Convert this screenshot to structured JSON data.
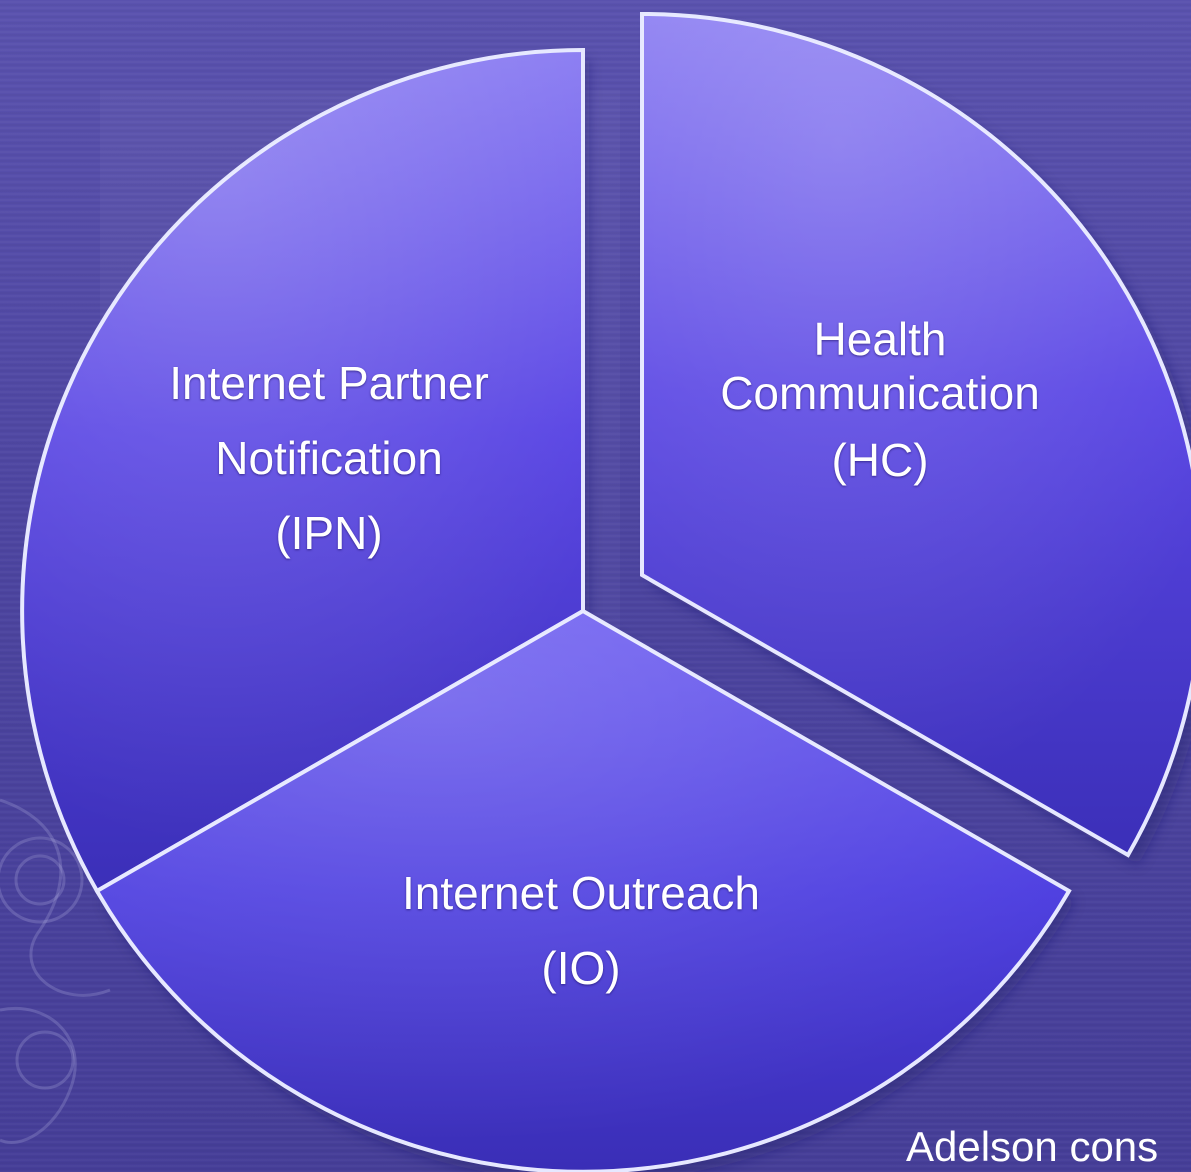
{
  "segments": [
    {
      "id": "ipn",
      "name": "Internet Partner Notification",
      "lines": [
        "Internet Partner",
        "Notification"
      ],
      "abbr": "(IPN)"
    },
    {
      "id": "hc",
      "name": "Health Communication",
      "lines": [
        "Health",
        "Communication"
      ],
      "abbr": "(HC)"
    },
    {
      "id": "io",
      "name": "Internet Outreach",
      "lines": [
        "Internet Outreach"
      ],
      "abbr": "(IO)"
    }
  ],
  "credit": "Adelson cons",
  "colors": {
    "background": "#4e47a4",
    "segment_top": "#8a7cf2",
    "segment_mid": "#5a46e4",
    "segment_bottom": "#3b2fb8",
    "outline": "#e6e8ff",
    "text": "#ffffff"
  }
}
